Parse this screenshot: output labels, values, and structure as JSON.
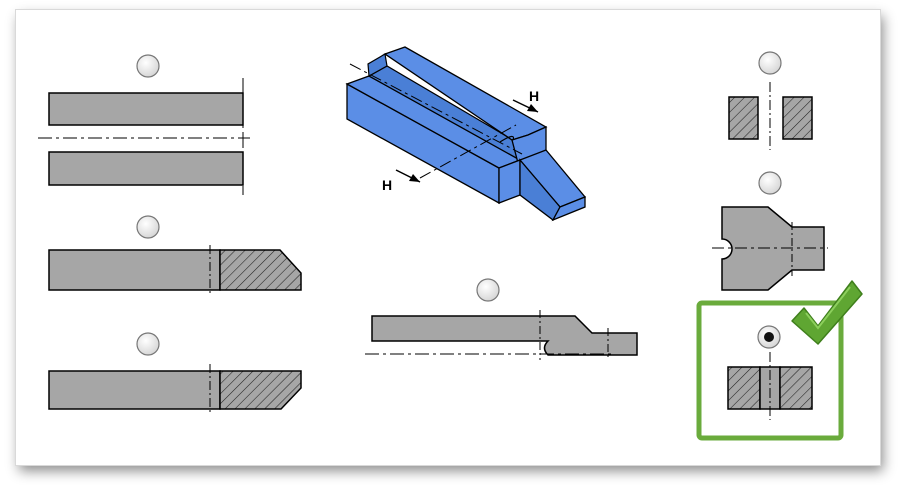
{
  "question": {
    "reference_view": {
      "dimension_labels": [
        "H",
        "H"
      ],
      "view_color": "#5b8ee6"
    },
    "options": [
      {
        "id": "option-1",
        "selected": false
      },
      {
        "id": "option-2",
        "selected": false
      },
      {
        "id": "option-3",
        "selected": false
      },
      {
        "id": "option-4",
        "selected": false
      },
      {
        "id": "option-5",
        "selected": false
      },
      {
        "id": "option-6",
        "selected": false
      },
      {
        "id": "option-7",
        "selected": true,
        "correct": true
      }
    ]
  },
  "colors": {
    "part_fill": "#a6a6a6",
    "outline": "#000000",
    "correct_highlight": "#6aab3c",
    "checkmark": "#5fa632",
    "radio_dot": "#111111"
  },
  "icons": [
    "radio-button",
    "checkmark-icon"
  ]
}
